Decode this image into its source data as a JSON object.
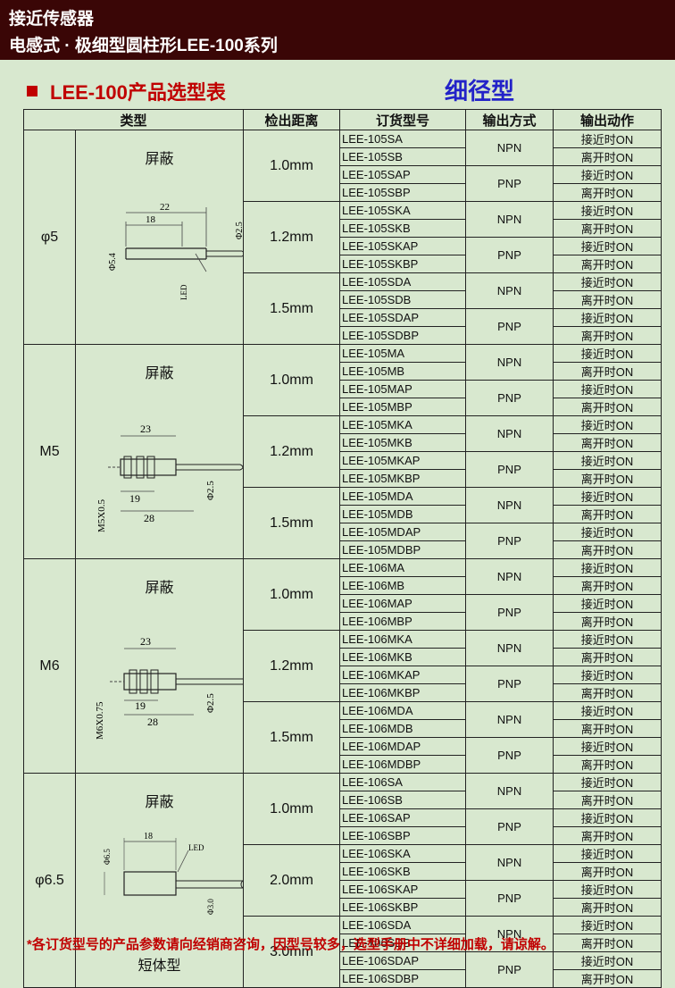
{
  "header": {
    "line1": "接近传感器",
    "line2": "电感式 · 极细型圆柱形LEE-100系列"
  },
  "section": {
    "title": "LEE-100产品选型表",
    "subtitle": "细径型"
  },
  "table": {
    "columns": [
      "类型",
      "检出距离",
      "订货型号",
      "输出方式",
      "输出动作"
    ],
    "output_types": [
      "NPN",
      "PNP"
    ],
    "actions": [
      "接近时ON",
      "离开时ON"
    ],
    "groups": [
      {
        "model": "φ5",
        "shield": "屏蔽",
        "note": "",
        "drawing": {
          "dims": [
            "22",
            "18",
            "Φ5.4",
            "Φ2.5",
            "LED"
          ]
        },
        "distances": [
          {
            "distance": "1.0mm",
            "codes": [
              "LEE-105SA",
              "LEE-105SB",
              "LEE-105SAP",
              "LEE-105SBP"
            ]
          },
          {
            "distance": "1.2mm",
            "codes": [
              "LEE-105SKA",
              "LEE-105SKB",
              "LEE-105SKAP",
              "LEE-105SKBP"
            ]
          },
          {
            "distance": "1.5mm",
            "codes": [
              "LEE-105SDA",
              "LEE-105SDB",
              "LEE-105SDAP",
              "LEE-105SDBP"
            ]
          }
        ]
      },
      {
        "model": "M5",
        "shield": "屏蔽",
        "note": "",
        "drawing": {
          "dims": [
            "23",
            "19",
            "28",
            "M5X0.5",
            "Φ2.5"
          ]
        },
        "distances": [
          {
            "distance": "1.0mm",
            "codes": [
              "LEE-105MA",
              "LEE-105MB",
              "LEE-105MAP",
              "LEE-105MBP"
            ]
          },
          {
            "distance": "1.2mm",
            "codes": [
              "LEE-105MKA",
              "LEE-105MKB",
              "LEE-105MKAP",
              "LEE-105MKBP"
            ]
          },
          {
            "distance": "1.5mm",
            "codes": [
              "LEE-105MDA",
              "LEE-105MDB",
              "LEE-105MDAP",
              "LEE-105MDBP"
            ]
          }
        ]
      },
      {
        "model": "M6",
        "shield": "屏蔽",
        "note": "",
        "drawing": {
          "dims": [
            "23",
            "19",
            "28",
            "M6X0.75",
            "Φ2.5"
          ]
        },
        "distances": [
          {
            "distance": "1.0mm",
            "codes": [
              "LEE-106MA",
              "LEE-106MB",
              "LEE-106MAP",
              "LEE-106MBP"
            ]
          },
          {
            "distance": "1.2mm",
            "codes": [
              "LEE-106MKA",
              "LEE-106MKB",
              "LEE-106MKAP",
              "LEE-106MKBP"
            ]
          },
          {
            "distance": "1.5mm",
            "codes": [
              "LEE-106MDA",
              "LEE-106MDB",
              "LEE-106MDAP",
              "LEE-106MDBP"
            ]
          }
        ]
      },
      {
        "model": "φ6.5",
        "shield": "屏蔽",
        "note": "短体型",
        "drawing": {
          "dims": [
            "18",
            "Φ6.5",
            "LED",
            "Φ3.0"
          ]
        },
        "distances": [
          {
            "distance": "1.0mm",
            "codes": [
              "LEE-106SA",
              "LEE-106SB",
              "LEE-106SAP",
              "LEE-106SBP"
            ]
          },
          {
            "distance": "2.0mm",
            "codes": [
              "LEE-106SKA",
              "LEE-106SKB",
              "LEE-106SKAP",
              "LEE-106SKBP"
            ]
          },
          {
            "distance": "3.0mm",
            "codes": [
              "LEE-106SDA",
              "LEE-106SDB",
              "LEE-106SDAP",
              "LEE-106SDBP"
            ]
          }
        ]
      }
    ]
  },
  "footnote": "*各订货型号的产品参数请向经销商咨询，因型号较多，选型手册中不详细加载，请谅解。"
}
